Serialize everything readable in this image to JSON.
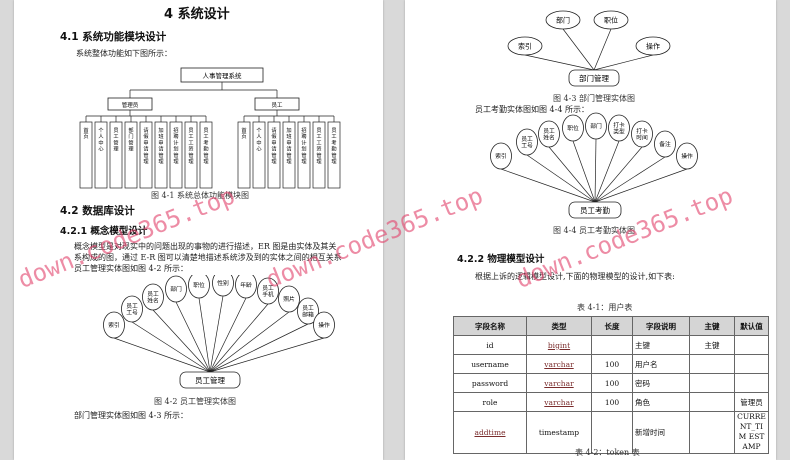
{
  "left_page": {
    "chapter_title": "4 系统设计",
    "sec41": {
      "heading": "4.1  系统功能模块设计",
      "intro": "系统整体功能如下图所示：",
      "caption": "图 4-1 系统总体功能模块图"
    },
    "tree": {
      "root": "人事管理系统",
      "branches": [
        {
          "label": "管理员",
          "leaves": [
            "首页",
            "个人中心",
            "员工管理",
            "部门管理",
            "请假申请管理",
            "加班申请管理",
            "招聘计划管理",
            "员工工资管理",
            "员工考勤管理"
          ]
        },
        {
          "label": "员工",
          "leaves": [
            "首页",
            "个人中心",
            "请假申请管理",
            "加班申请管理",
            "招聘计划管理",
            "员工工资管理",
            "员工考勤管理"
          ]
        }
      ]
    },
    "sec42": {
      "heading": "4.2 数据库设计"
    },
    "sec421": {
      "heading": "4.2.1 概念模型设计",
      "para1": "概念模型是对现实中的问题出现的事物的进行描述，ER 图是由实体及其关",
      "para2": "系构成的图，通过 E-R 图可以清楚地描述系统涉及到的实体之间的相互关系",
      "ref": "员工管理实体图如图 4-2 所示：",
      "caption": "图 4-2 员工管理实体图",
      "next_ref": "部门管理实体图如图 4-3 所示："
    },
    "er_employee": {
      "entity": "员工管理",
      "attrs": [
        "索引",
        "员工工号",
        "员工姓名",
        "部门",
        "职位",
        "性别",
        "年龄",
        "员工手机",
        "照片",
        "员工邮箱",
        "操作"
      ]
    }
  },
  "right_page": {
    "er_department": {
      "entity": "部门管理",
      "attrs": [
        "索引",
        "部门",
        "职位",
        "操作"
      ]
    },
    "caption_43": "图 4-3 部门管理实体图",
    "ref_44": "员工考勤实体图如图 4-4 所示：",
    "er_attendance": {
      "entity": "员工考勤",
      "attrs": [
        "索引",
        "员工工号",
        "员工姓名",
        "职位",
        "部门",
        "打卡类型",
        "打卡时间",
        "备注",
        "操作"
      ]
    },
    "caption_44": "图 4-4 员工考勤实体图",
    "sec422": {
      "heading": "4.2.2 物理模型设计",
      "intro": "根据上诉的逻辑模型设计,下面的物理模型的设计,如下表:"
    },
    "table1": {
      "caption": "表 4-1：用户表",
      "headers": [
        "字段名称",
        "类型",
        "长度",
        "字段说明",
        "主键",
        "默认值"
      ],
      "rows": [
        {
          "name": "id",
          "type": "bigint",
          "length": "",
          "desc": "主键",
          "pk": "主键",
          "def": ""
        },
        {
          "name": "username",
          "type": "varchar",
          "length": "100",
          "desc": "用户名",
          "pk": "",
          "def": ""
        },
        {
          "name": "password",
          "type": "varchar",
          "length": "100",
          "desc": "密码",
          "pk": "",
          "def": ""
        },
        {
          "name": "role",
          "type": "varchar",
          "length": "100",
          "desc": "角色",
          "pk": "",
          "def": "管理员"
        },
        {
          "name": "addtime",
          "type": "timestamp",
          "length": "",
          "desc": "新增时间",
          "pk": "",
          "def": "CURRENT_TIM ESTAMP"
        }
      ]
    },
    "table2_caption": "表 4-2：token 表"
  },
  "watermark": "down.code365.top"
}
